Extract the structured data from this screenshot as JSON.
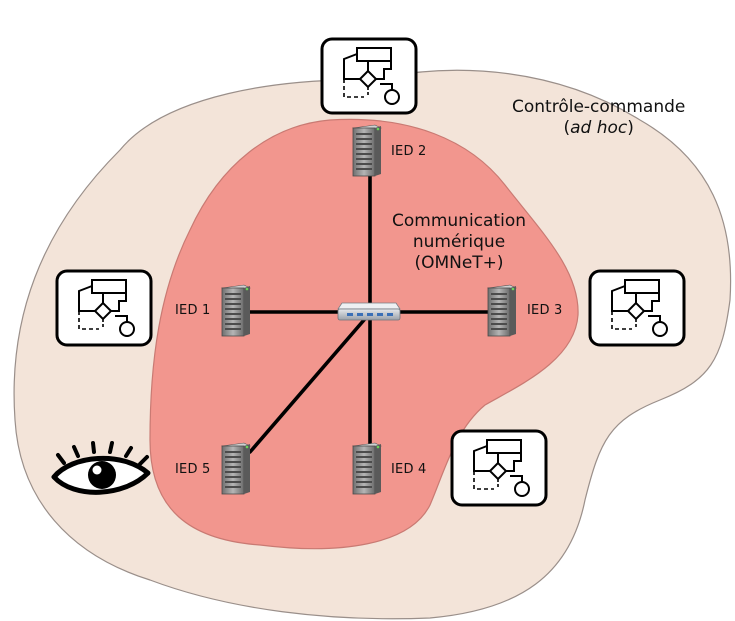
{
  "outer_zone": {
    "title": "Contrôle-commande",
    "subtitle_open": "(",
    "subtitle_italic": "ad hoc",
    "subtitle_close": ")"
  },
  "inner_zone": {
    "line1": "Communication",
    "line2": "numérique",
    "line3": "(OMNeT+)"
  },
  "ieds": [
    {
      "label": "IED 1"
    },
    {
      "label": "IED 2"
    },
    {
      "label": "IED 3"
    },
    {
      "label": "IED 4"
    },
    {
      "label": "IED 5"
    }
  ],
  "colors": {
    "outer_zone_fill": "#f3e4d9",
    "inner_zone_fill": "#f2968e",
    "link": "#000000",
    "server_body": "#8c8c8c",
    "switch_body": "#c9ccd2",
    "switch_port": "#3b6fb6"
  },
  "icons": [
    "control-loop-icon",
    "eye-icon",
    "server-icon",
    "network-switch-icon"
  ]
}
